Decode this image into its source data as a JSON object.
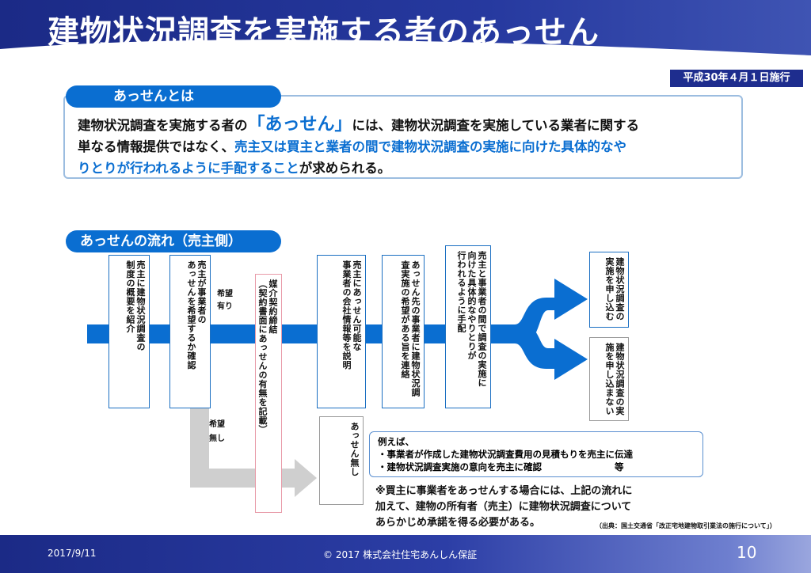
{
  "title": "建物状況調査を実施する者のあっせん",
  "effective_date": "平成30年４月１日施行",
  "definition": {
    "pill_label": "あっせんとは",
    "line1_a": "建物状況調査を実施する者の",
    "line1_quote": "「あっせん」",
    "line1_b": "には、建物状況調査を実施している業者に関する",
    "line2_a": "単なる情報提供ではなく、",
    "line2_hl": "売主又は買主と業者の間で建物状況調査の実施に向けた具体的なや",
    "line3_hl": "りとりが行われるように手配すること",
    "line3_b": "が求められる。"
  },
  "flow": {
    "pill_label": "あっせんの流れ（売主側）",
    "step1": "売主に建物状況調査の\n制度の概要を紹介",
    "step2": "売主が事業者の\nあっせんを希望するか確認",
    "hope_yes": "希望\n有り",
    "hope_no": "希望\n無し",
    "contract": "媒介契約締結\n（契約書面にあっせんの有無を記載）",
    "step3": "売主にあっせん可能な\n事業者の会社情報等を説明",
    "no_mediation": "あっせん無し",
    "step4": "あっせん先の事業者に建物状況調\n査実施の希望がある旨を連絡",
    "step5": "売主と事業者の間で調査の実施に\n向けた具体的なやりとりが\n行われるように手配",
    "result_yes": "建物状況調査の\n実施を申し込む",
    "result_no": "建物状況調査の実\n施を申し込まない"
  },
  "example": {
    "line1": "例えば、",
    "line2": "・事業者が作成した建物状況調査費用の見積もりを売主に伝達",
    "line3": "・建物状況調査実施の意向を売主に確認　　　　　　　　等"
  },
  "footnote": {
    "line1": "※買主に事業者をあっせんする場合には、上記の流れに",
    "line2": "加えて、建物の所有者（売主）に建物状況調査について",
    "line3": "あらかじめ承諾を得る必要がある。"
  },
  "source": "（出典：国土交通省「改正宅地建物取引業法の施行について」）",
  "footer": {
    "date": "2017/9/11",
    "copyright": "© 2017 株式会社住宅あんしん保証",
    "page": "10"
  },
  "colors": {
    "primary_blue": "#0a6ed1",
    "navy": "#1b2a86",
    "gray_arrow": "#cfcfcf",
    "pink_border": "#e89aa8"
  }
}
